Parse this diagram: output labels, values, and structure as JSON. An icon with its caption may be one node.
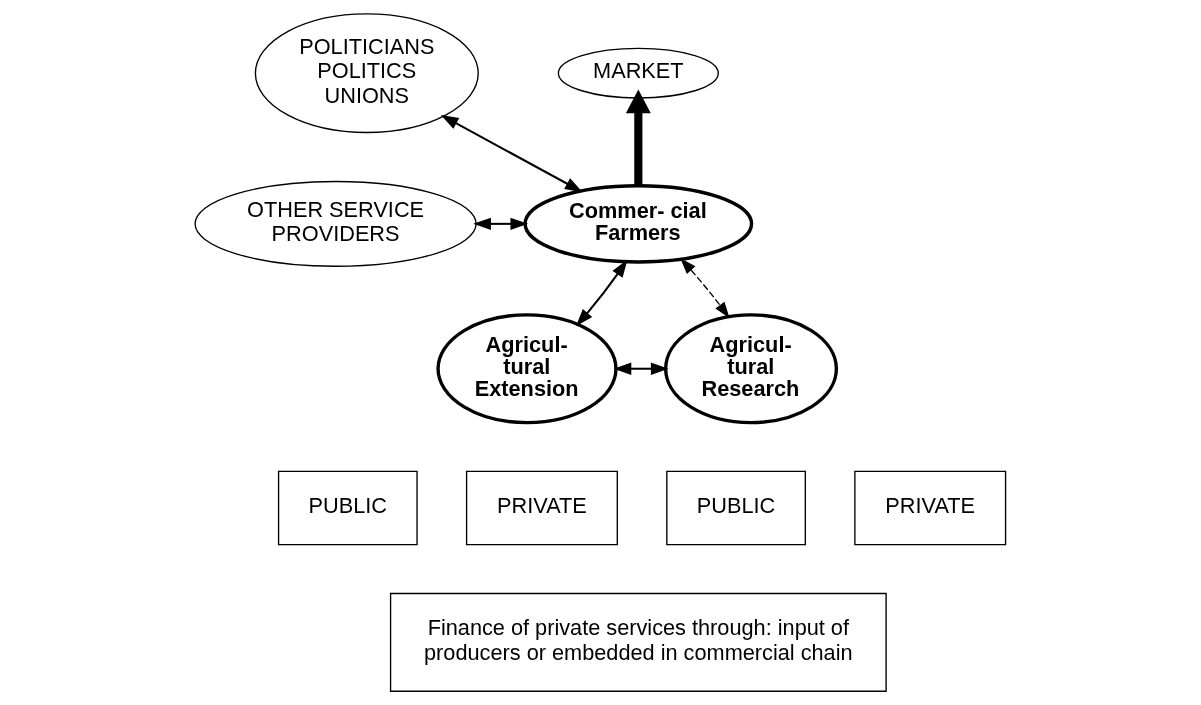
{
  "diagram": {
    "nodes": [
      {
        "text": [
          "POLITICIANS POLITICS UNIONS"
        ]
      },
      {
        "text": [
          "MARKET"
        ]
      },
      {
        "text": [
          "Commer- cial Farmers"
        ]
      },
      {
        "text": [
          "OTHER SERVICE PROVIDERS"
        ]
      },
      {
        "text": [
          "Agricul- tural Extension"
        ]
      },
      {
        "text": [
          "Agricul- tural Research"
        ]
      },
      {
        "text": [
          "PUBLIC"
        ]
      },
      {
        "text": [
          "PRIVATE"
        ]
      },
      {
        "text": [
          "PUBLIC"
        ]
      },
      {
        "text": [
          "PRIVATE"
        ]
      },
      {
        "text": [
          "Finance of private services through: input of producers or embedded in commercial chain"
        ]
      }
    ],
    "edges": [
      {
        "from": 0,
        "to": 2,
        "arrow": "both"
      },
      {
        "from": 2,
        "to": 1,
        "arrow": "to",
        "style": "thick"
      },
      {
        "from": 3,
        "to": 2,
        "arrow": "both"
      },
      {
        "from": 2,
        "to": 4,
        "arrow": "both"
      },
      {
        "from": 2,
        "to": 5,
        "arrow": "both",
        "style": "dashed"
      },
      {
        "from": 4,
        "to": 5,
        "arrow": "both"
      }
    ]
  }
}
